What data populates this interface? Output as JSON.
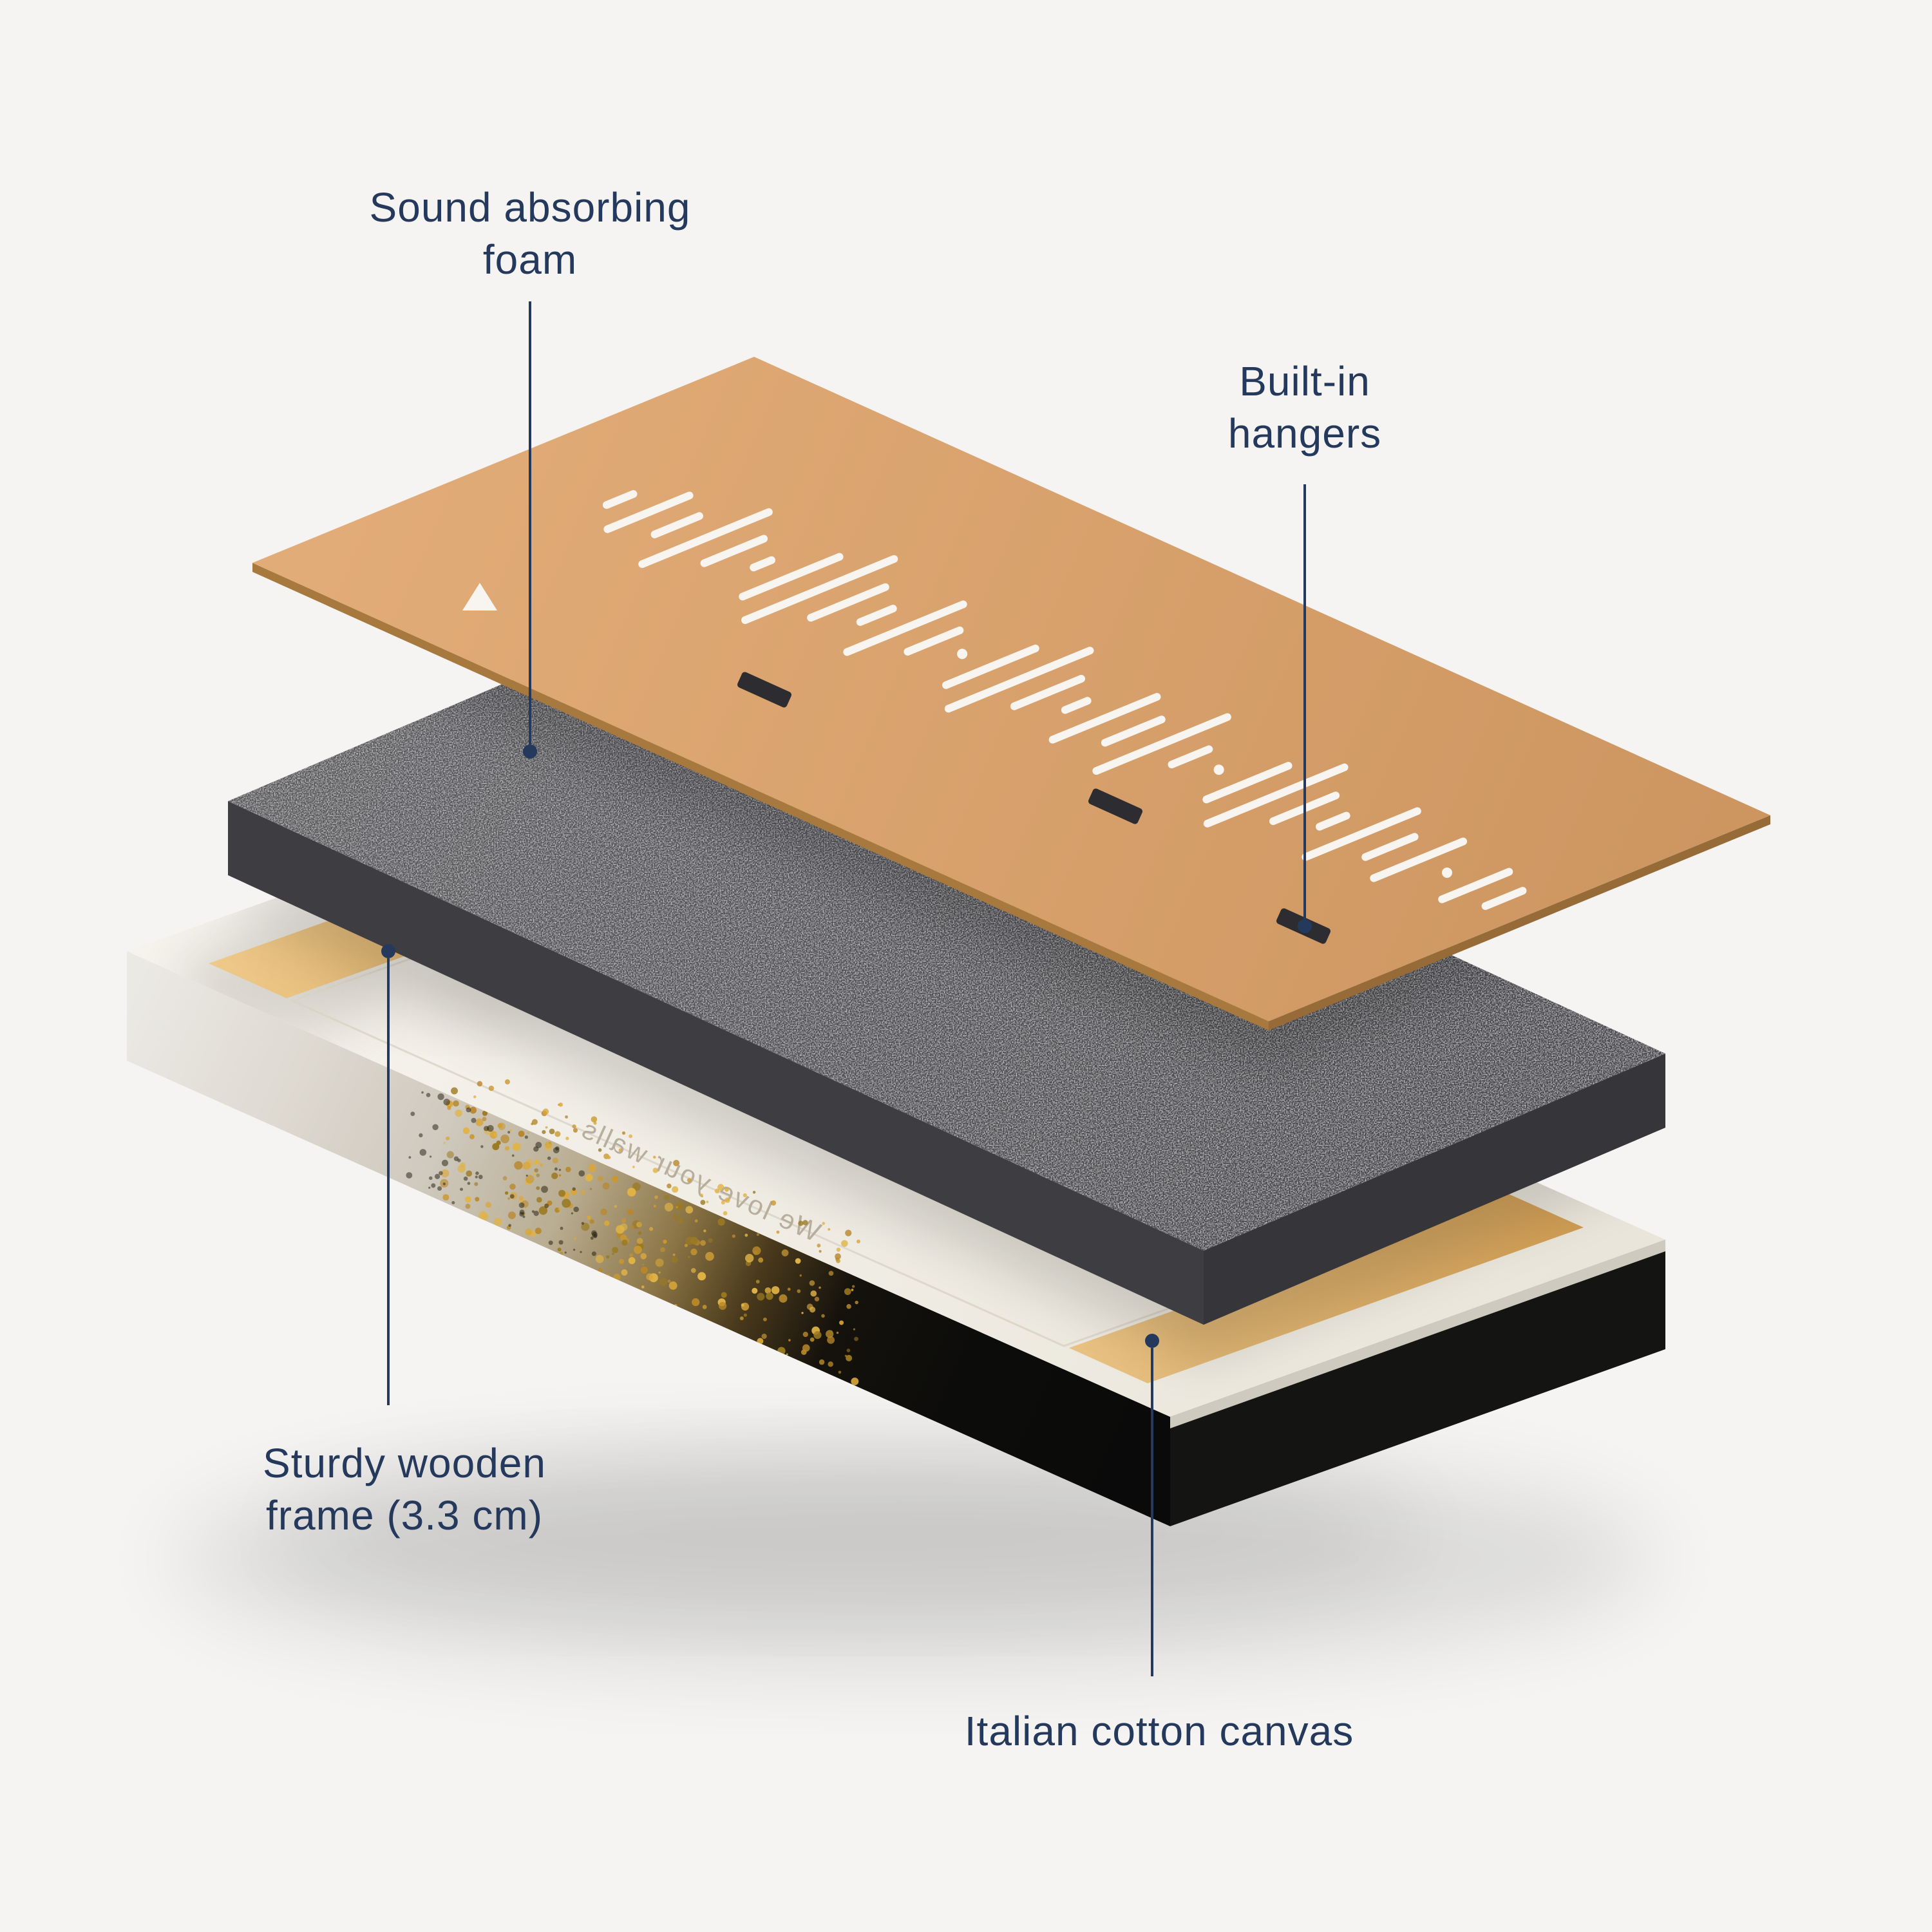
{
  "labels": {
    "foam": {
      "line1": "Sound absorbing",
      "line2": "foam"
    },
    "hangers": {
      "line1": "Built-in",
      "line2": "hangers"
    },
    "frame": {
      "line1": "Sturdy wooden",
      "line2": "frame (3.3 cm)"
    },
    "canvas": {
      "line1": "Italian cotton canvas"
    }
  },
  "canvas_back_text": "We love your walls",
  "colors": {
    "background": "#f5f4f2",
    "label_text": "#24395b",
    "callout_line": "#24395b",
    "board_top": "#d9a56f",
    "board_edge": "#a8793f",
    "foam_top": "#4b4b4f",
    "foam_edge_left": "#3e3e42",
    "foam_edge_right": "#35353a",
    "canvas_top": "#f3f0e9",
    "canvas_black": "#141413",
    "cutout": "#f8f5f0",
    "hanger_slot": "#2d2d31",
    "gold": "#c9982f",
    "wood": "#e2b269"
  },
  "soundwave_pattern": [
    0.18,
    0.55,
    0.3,
    0.85,
    0.4,
    0.12,
    0.65,
    1.0,
    0.5,
    0.22,
    0.78,
    0.35,
    0.08,
    0.6,
    0.95,
    0.45,
    0.15,
    0.7,
    0.38,
    0.88,
    0.25,
    0.08,
    0.55,
    0.92,
    0.42,
    0.18,
    0.75,
    0.33,
    0.6,
    0.1,
    0.45,
    0.25
  ]
}
